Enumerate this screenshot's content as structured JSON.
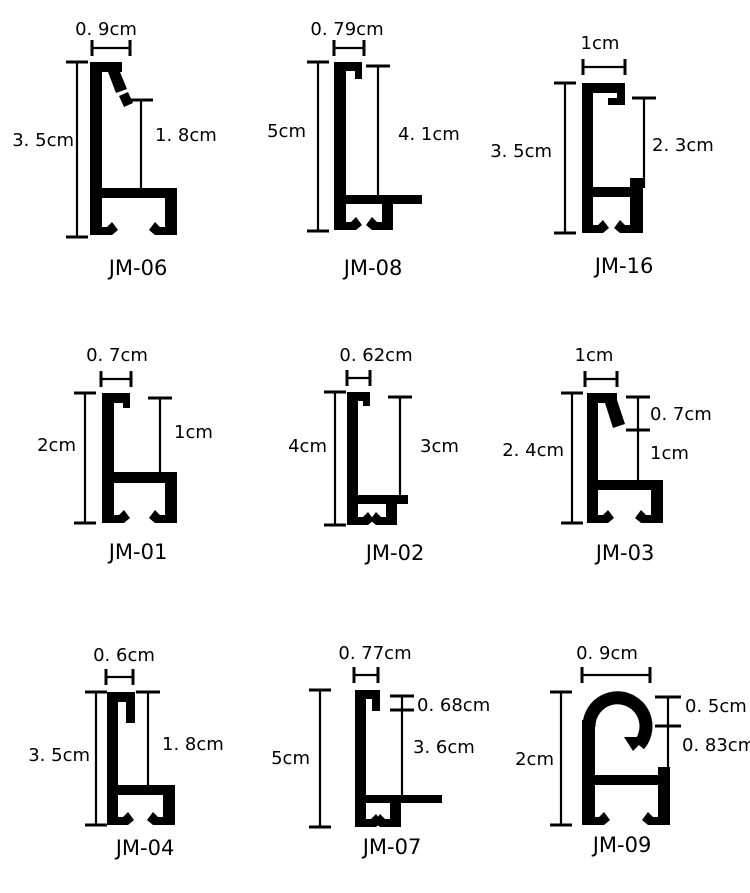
{
  "unit": "cm",
  "colors": {
    "line": "#000000",
    "background": "#ffffff"
  },
  "profiles": [
    {
      "name": "JM-06",
      "top_width": "0. 9cm",
      "height": "3. 5cm",
      "inner_height": "1. 8cm"
    },
    {
      "name": "JM-08",
      "top_width": "0. 79cm",
      "height": "5cm",
      "inner_height": "4. 1cm"
    },
    {
      "name": "JM-16",
      "top_width": "1cm",
      "height": "3. 5cm",
      "inner_height": "2. 3cm"
    },
    {
      "name": "JM-01",
      "top_width": "0. 7cm",
      "height": "2cm",
      "inner_height": "1cm"
    },
    {
      "name": "JM-02",
      "top_width": "0. 62cm",
      "height": "4cm",
      "inner_height": "3cm"
    },
    {
      "name": "JM-03",
      "top_width": "1cm",
      "height": "2. 4cm",
      "inner_top": "0. 7cm",
      "inner_bottom": "1cm"
    },
    {
      "name": "JM-04",
      "top_width": "0. 6cm",
      "height": "3. 5cm",
      "inner_height": "1. 8cm"
    },
    {
      "name": "JM-07",
      "top_width": "0. 77cm",
      "height": "5cm",
      "inner_top": "0. 68cm",
      "inner_bottom": "3. 6cm"
    },
    {
      "name": "JM-09",
      "top_width": "0. 9cm",
      "height": "2cm",
      "inner_top": "0. 5cm",
      "inner_bottom": "0. 83cm"
    }
  ]
}
